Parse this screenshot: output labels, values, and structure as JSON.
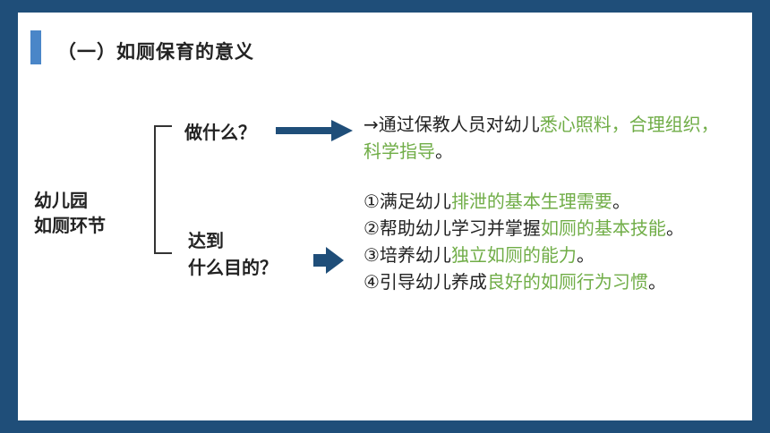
{
  "heading": "（一）如厕保育的意义",
  "root_label": [
    "幼儿园",
    "如厕环节"
  ],
  "branch1": {
    "question": "做什么？",
    "answer": [
      {
        "text": "→通过保教人员对幼儿",
        "hl": false
      },
      {
        "text": "悉心照料，",
        "hl": true
      },
      {
        "text": "合理组织，科学指导",
        "hl": true
      },
      {
        "text": "。",
        "hl": false
      }
    ]
  },
  "branch2": {
    "question": [
      "达到",
      "什么目的？"
    ],
    "items": [
      [
        {
          "text": "①满足幼儿",
          "hl": false
        },
        {
          "text": "排泄的基本生理需要",
          "hl": true
        },
        {
          "text": "。",
          "hl": false
        }
      ],
      [
        {
          "text": "②帮助幼儿学习并掌握",
          "hl": false
        },
        {
          "text": "如厕的基本技能",
          "hl": true
        },
        {
          "text": "。",
          "hl": false
        }
      ],
      [
        {
          "text": "③培养幼儿",
          "hl": false
        },
        {
          "text": "独立如厕的能力",
          "hl": true
        },
        {
          "text": "。",
          "hl": false
        }
      ],
      [
        {
          "text": "④引导幼儿养成",
          "hl": false
        },
        {
          "text": "良好的如厕行为习惯",
          "hl": true
        },
        {
          "text": "。",
          "hl": false
        }
      ]
    ]
  },
  "colors": {
    "frame": "#1f4e79",
    "accent": "#4a86c8",
    "highlight": "#70ad47",
    "arrow": "#1f4e79"
  }
}
